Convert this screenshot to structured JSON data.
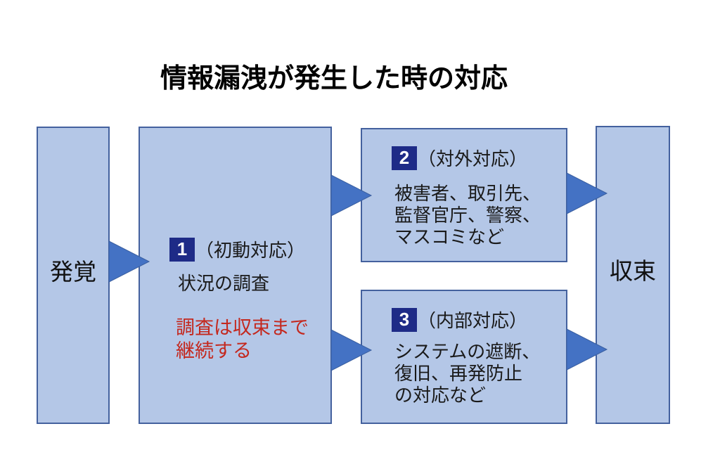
{
  "title": "情報漏洩が発生した時の対応",
  "colors": {
    "box_fill": "#b4c7e7",
    "box_border": "#44619e",
    "arrow_fill": "#4472c4",
    "arrow_stroke": "#3a5fa0",
    "badge_bg": "#1e2b87",
    "red_text": "#c4281e"
  },
  "nodes": {
    "start": {
      "label": "発覚"
    },
    "initial": {
      "badge": "1",
      "heading": "（初動対応）",
      "body": "状況の調査",
      "note_lines": [
        "調査は収束まで",
        "継続する"
      ]
    },
    "external": {
      "badge": "2",
      "heading": "（対外対応）",
      "body_lines": [
        "被害者、取引先、",
        "監督官庁、警察、",
        "マスコミなど"
      ]
    },
    "internal": {
      "badge": "3",
      "heading": "（内部対応）",
      "body_lines": [
        "システムの遮断、",
        "復旧、再発防止",
        "の対応など"
      ]
    },
    "end": {
      "label": "収束"
    }
  }
}
